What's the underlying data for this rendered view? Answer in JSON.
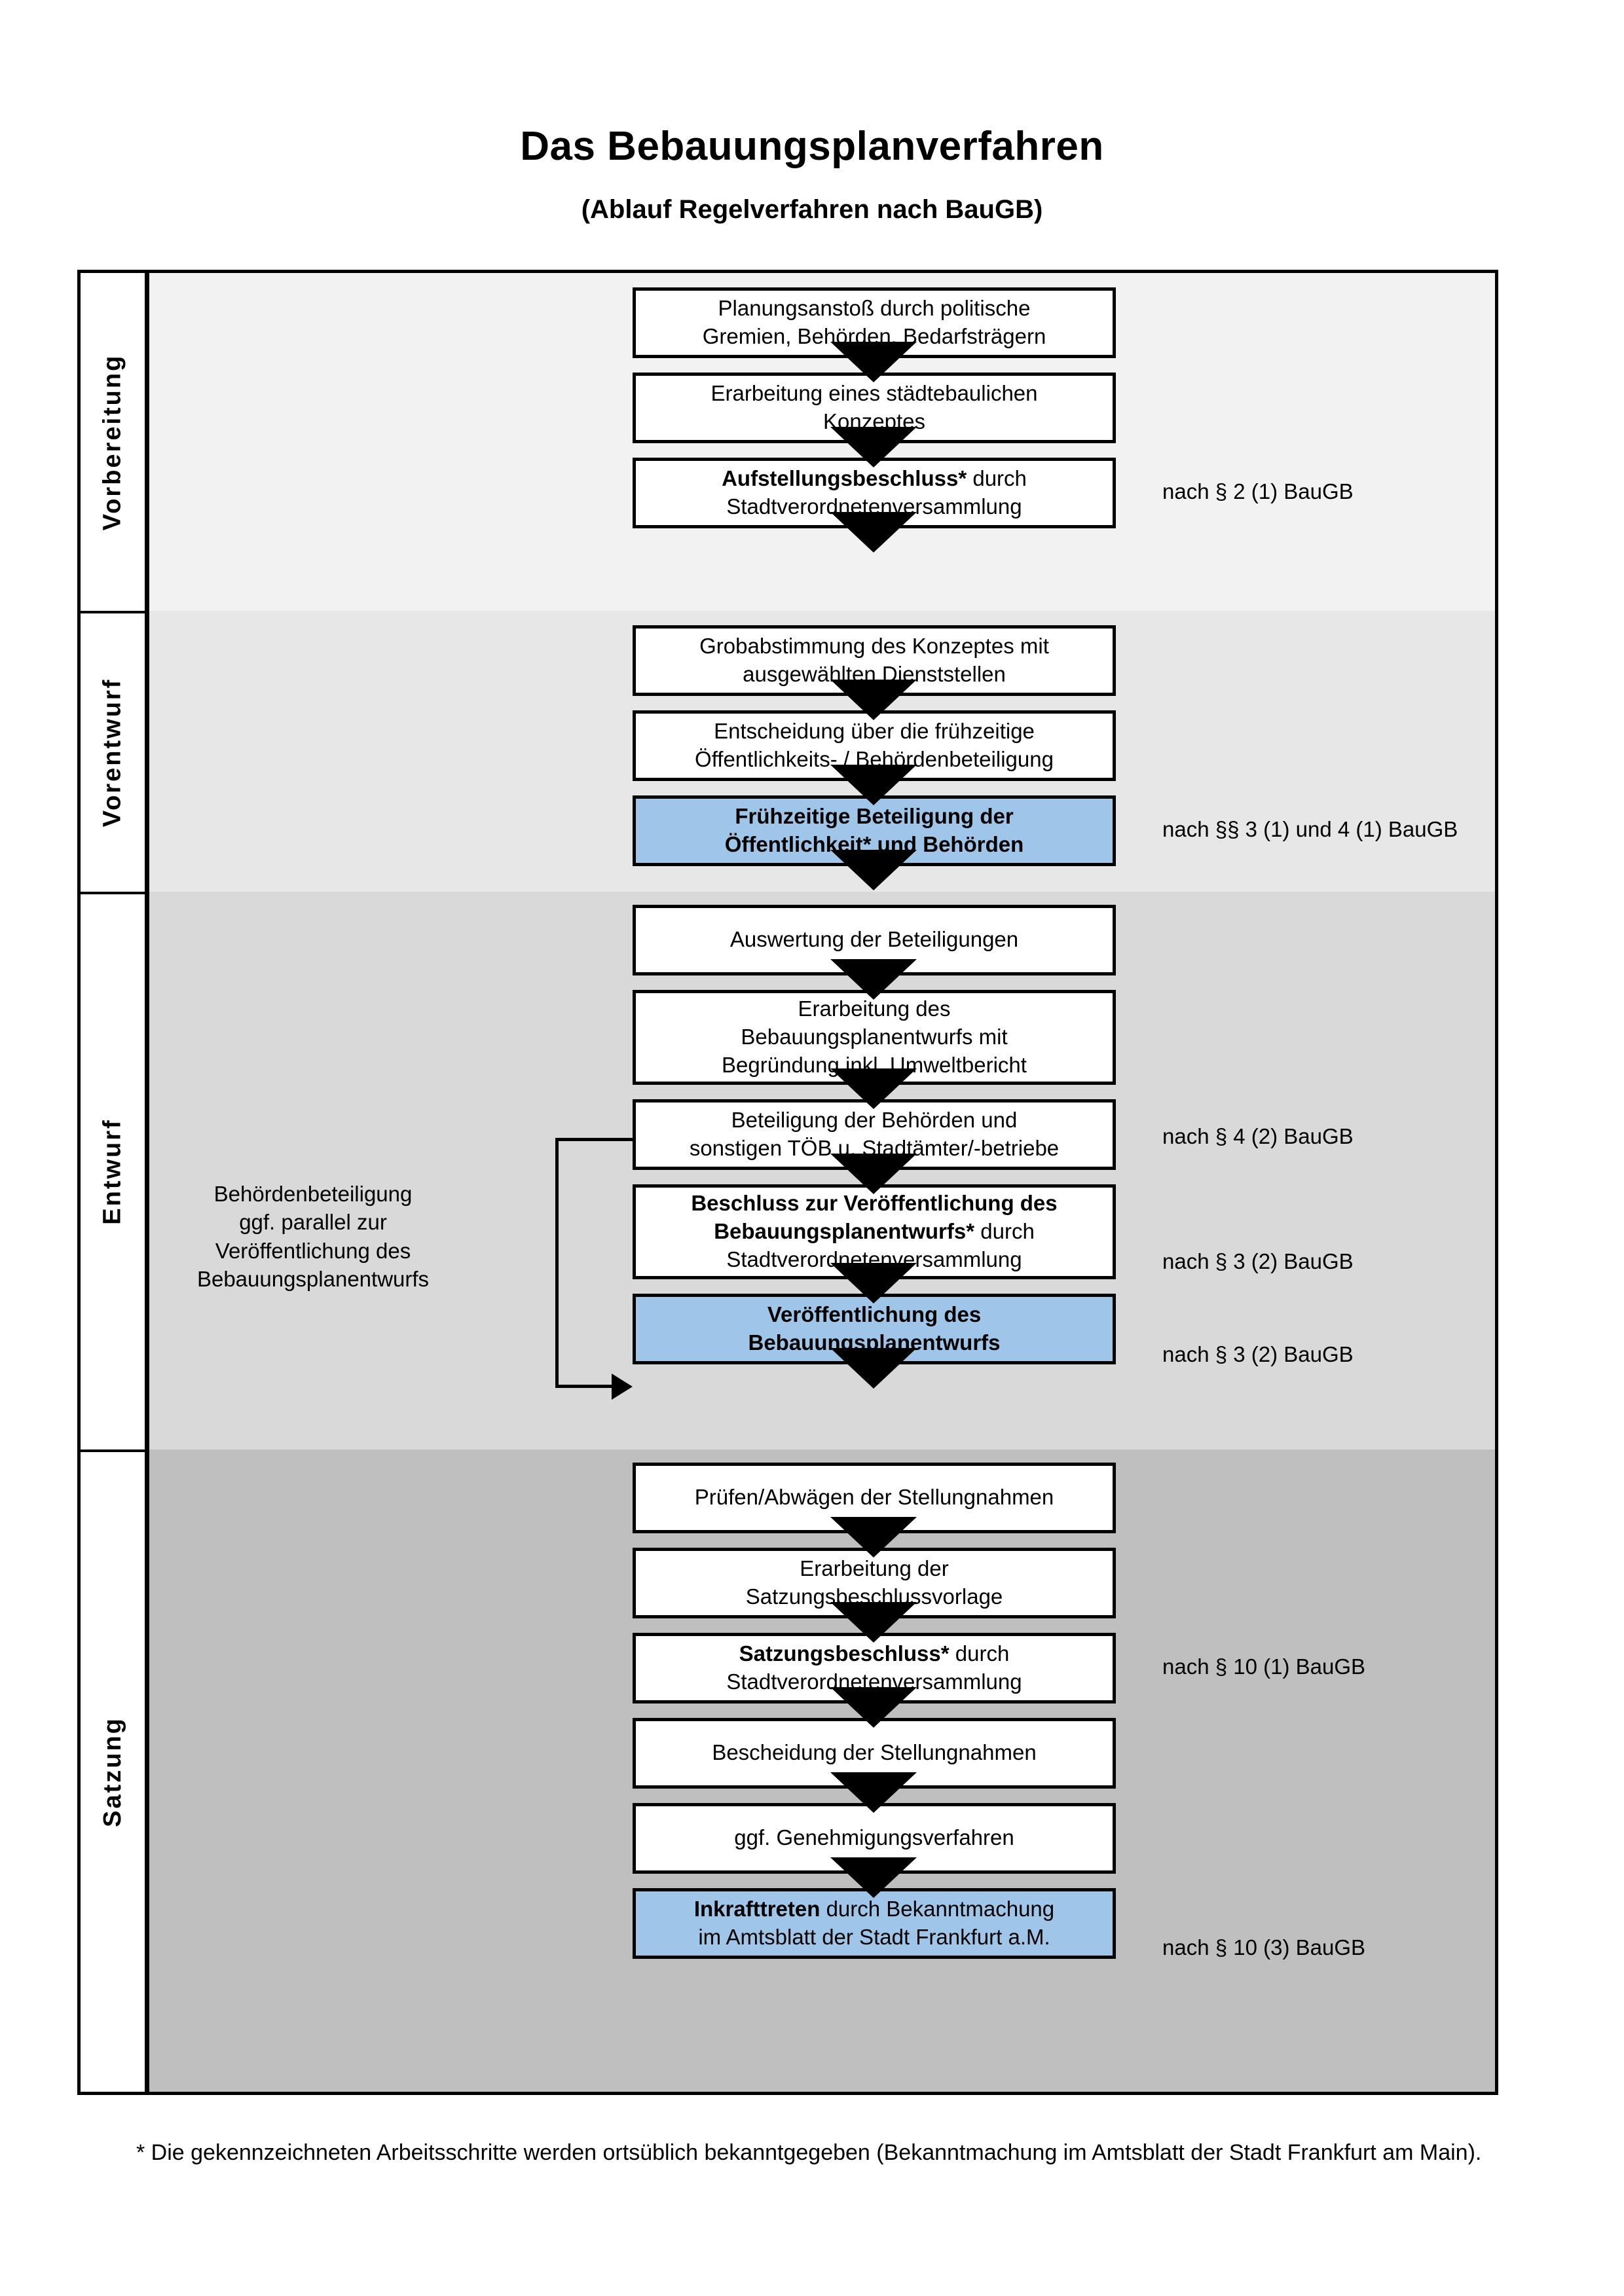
{
  "header": {
    "title": "Das Bebauungsplanverfahren",
    "subtitle": "(Ablauf Regelverfahren nach BauGB)"
  },
  "colors": {
    "highlight_blue": "#9FC5E8",
    "phase_1_bg": "#F2F2F2",
    "phase_2_bg": "#E7E7E7",
    "phase_3_bg": "#D9D9D9",
    "phase_4_bg": "#BFBFBF",
    "border": "#000000"
  },
  "phases": [
    {
      "label": "Vorbereitung",
      "steps": [
        {
          "lines": [
            "Planungsanstoß durch politische",
            "Gremien, Behörden, Bedarfsträgern"
          ],
          "bold_prefix": null,
          "highlight": false
        },
        {
          "lines": [
            "Erarbeitung eines städtebaulichen",
            "Konzeptes"
          ],
          "bold_prefix": null,
          "highlight": false
        },
        {
          "lines": [
            "Aufstellungsbeschluss* durch",
            "Stadtverordnetenversammlung"
          ],
          "bold_prefix": "Aufstellungsbeschluss*",
          "bold_rest": " durch",
          "highlight": false
        }
      ],
      "notes": [
        {
          "text": "nach § 2 (1) BauGB"
        }
      ]
    },
    {
      "label": "Vorentwurf",
      "steps": [
        {
          "lines": [
            "Grobabstimmung des Konzeptes mit",
            "ausgewählten Dienststellen"
          ],
          "bold_prefix": null,
          "highlight": false
        },
        {
          "lines": [
            "Entscheidung über die frühzeitige",
            "Öffentlichkeits- / Behördenbeteiligung"
          ],
          "bold_prefix": null,
          "highlight": false
        },
        {
          "lines": [
            "Frühzeitige Beteiligung der",
            "Öffentlichkeit* und Behörden"
          ],
          "bold_all": true,
          "highlight": true
        }
      ],
      "notes": [
        {
          "text": "nach §§ 3 (1) und 4 (1) BauGB"
        }
      ]
    },
    {
      "label": "Entwurf",
      "side_note": [
        "Behördenbeteiligung",
        "ggf. parallel zur",
        "Veröffentlichung des",
        "Bebauungsplanentwurfs"
      ],
      "steps": [
        {
          "lines": [
            "Auswertung der Beteiligungen"
          ],
          "bold_prefix": null,
          "highlight": false
        },
        {
          "lines": [
            "Erarbeitung des",
            "Bebauungsplanentwurfs mit",
            "Begründung inkl. Umweltbericht"
          ],
          "bold_prefix": null,
          "highlight": false
        },
        {
          "lines": [
            "Beteiligung der Behörden und",
            "sonstigen TÖB u. Stadtämter/-betriebe"
          ],
          "bold_prefix": null,
          "highlight": false
        },
        {
          "lines": [
            "Beschluss zur Veröffentlichung des",
            "Bebauungsplanentwurfs* durch",
            "Stadtverordnetenversammlung"
          ],
          "bold_prefix": "Beschluss zur Veröffentlichung des Bebauungsplanentwurfs*",
          "bold_rest": " durch",
          "highlight": false
        },
        {
          "lines": [
            "Veröffentlichung des",
            "Bebauungsplanentwurfs"
          ],
          "bold_all": true,
          "highlight": true
        }
      ],
      "notes": [
        {
          "text": "nach § 4 (2) BauGB"
        },
        {
          "text": "nach § 3 (2) BauGB"
        },
        {
          "text": "nach § 3 (2) BauGB"
        }
      ]
    },
    {
      "label": "Satzung",
      "steps": [
        {
          "lines": [
            "Prüfen/Abwägen der Stellungnahmen"
          ],
          "bold_prefix": null,
          "highlight": false
        },
        {
          "lines": [
            "Erarbeitung der",
            "Satzungsbeschlussvorlage"
          ],
          "bold_prefix": null,
          "highlight": false
        },
        {
          "lines": [
            "Satzungsbeschluss* durch",
            "Stadtverordnetenversammlung"
          ],
          "bold_prefix": "Satzungsbeschluss*",
          "bold_rest": " durch",
          "highlight": false
        },
        {
          "lines": [
            "Bescheidung der Stellungnahmen"
          ],
          "bold_prefix": null,
          "highlight": false
        },
        {
          "lines": [
            "ggf. Genehmigungsverfahren"
          ],
          "bold_prefix": null,
          "highlight": false
        },
        {
          "lines": [
            "Inkrafttreten durch Bekanntmachung",
            "im Amtsblatt der Stadt Frankfurt a.M."
          ],
          "bold_prefix": "Inkrafttreten",
          "bold_rest": " durch Bekanntmachung",
          "highlight": true
        }
      ],
      "notes": [
        {
          "text": "nach § 10 (1) BauGB"
        },
        {
          "text": "nach § 10 (3) BauGB"
        }
      ]
    }
  ],
  "steps_flat": {
    "p1s1l1": "Planungsanstoß durch politische",
    "p1s1l2": "Gremien, Behörden, Bedarfsträgern",
    "p1s2l1": "Erarbeitung eines städtebaulichen",
    "p1s2l2": "Konzeptes",
    "p1s3l1a": "Aufstellungsbeschluss*",
    "p1s3l1b": " durch",
    "p1s3l2": "Stadtverordnetenversammlung",
    "p2s1l1": "Grobabstimmung des Konzeptes mit",
    "p2s1l2": "ausgewählten Dienststellen",
    "p2s2l1": "Entscheidung über die frühzeitige",
    "p2s2l2": "Öffentlichkeits- / Behördenbeteiligung",
    "p2s3l1": "Frühzeitige Beteiligung der",
    "p2s3l2": "Öffentlichkeit* und Behörden",
    "p3s1l1": "Auswertung der Beteiligungen",
    "p3s2l1": "Erarbeitung des",
    "p3s2l2": "Bebauungsplanentwurfs mit",
    "p3s2l3": "Begründung inkl. Umweltbericht",
    "p3s3l1": "Beteiligung der Behörden und",
    "p3s3l2": "sonstigen TÖB u. Stadtämter/-betriebe",
    "p3s4l1": "Beschluss zur Veröffentlichung des",
    "p3s4l2a": "Bebauungsplanentwurfs*",
    "p3s4l2b": " durch",
    "p3s4l3": "Stadtverordnetenversammlung",
    "p3s5l1": "Veröffentlichung des",
    "p3s5l2": "Bebauungsplanentwurfs",
    "p4s1l1": "Prüfen/Abwägen der Stellungnahmen",
    "p4s2l1": "Erarbeitung der",
    "p4s2l2": "Satzungsbeschlussvorlage",
    "p4s3l1a": "Satzungsbeschluss*",
    "p4s3l1b": " durch",
    "p4s3l2": "Stadtverordnetenversammlung",
    "p4s4l1": "Bescheidung der Stellungnahmen",
    "p4s5l1": "ggf. Genehmigungsverfahren",
    "p4s6l1a": "Inkrafttreten",
    "p4s6l1b": " durch Bekanntmachung",
    "p4s6l2": "im Amtsblatt der Stadt Frankfurt a.M."
  },
  "side_note_lines": {
    "l1": "Behördenbeteiligung",
    "l2": "ggf. parallel zur",
    "l3": "Veröffentlichung des",
    "l4": "Bebauungsplanentwurfs"
  },
  "notes_flat": {
    "n1": "nach § 2 (1) BauGB",
    "n2": "nach §§ 3 (1) und 4 (1) BauGB",
    "n3": "nach § 4 (2) BauGB",
    "n4": "nach § 3 (2) BauGB",
    "n5": "nach § 3 (2) BauGB",
    "n6": "nach § 10 (1) BauGB",
    "n7": "nach § 10 (3) BauGB"
  },
  "phase_labels": {
    "p1": "Vorbereitung",
    "p2": "Vorentwurf",
    "p3": "Entwurf",
    "p4": "Satzung"
  },
  "footnote": {
    "line1": "* Die gekennzeichneten Arbeitsschritte werden ortsüblich bekanntgegeben (Bekanntmachung im Amtsblatt  der Stadt",
    "line2": "Frankfurt am Main)."
  }
}
